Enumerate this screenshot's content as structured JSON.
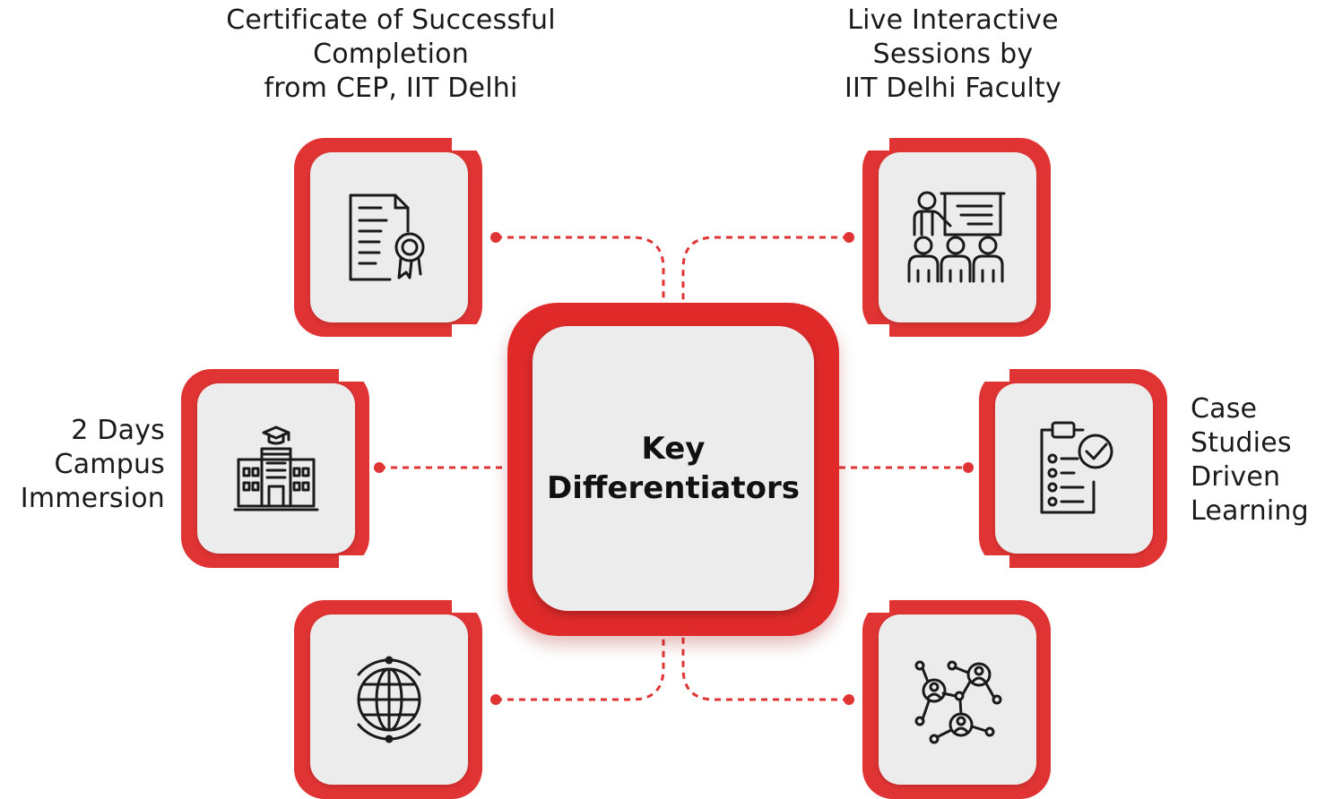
{
  "diagram": {
    "center": {
      "line1": "Key",
      "line2": "Differentiators"
    },
    "items": [
      {
        "id": "certificate",
        "icon": "certificate-icon",
        "lines": [
          "Certificate of Successful",
          "Completion",
          "from CEP, IIT Delhi"
        ]
      },
      {
        "id": "live-sessions",
        "icon": "presentation-icon",
        "lines": [
          "Live Interactive",
          "Sessions by",
          "IIT Delhi Faculty"
        ]
      },
      {
        "id": "campus",
        "icon": "campus-building-icon",
        "lines": [
          "2 Days",
          "Campus",
          "Immersion"
        ]
      },
      {
        "id": "case-studies",
        "icon": "clipboard-checklist-icon",
        "lines": [
          "Case",
          "Studies",
          "Driven",
          "Learning"
        ]
      },
      {
        "id": "global",
        "icon": "globe-icon",
        "lines": []
      },
      {
        "id": "network",
        "icon": "network-people-icon",
        "lines": []
      }
    ],
    "colors": {
      "accent": "#e03434",
      "card_bg": "#ececec",
      "text": "#1a1a1a"
    }
  }
}
